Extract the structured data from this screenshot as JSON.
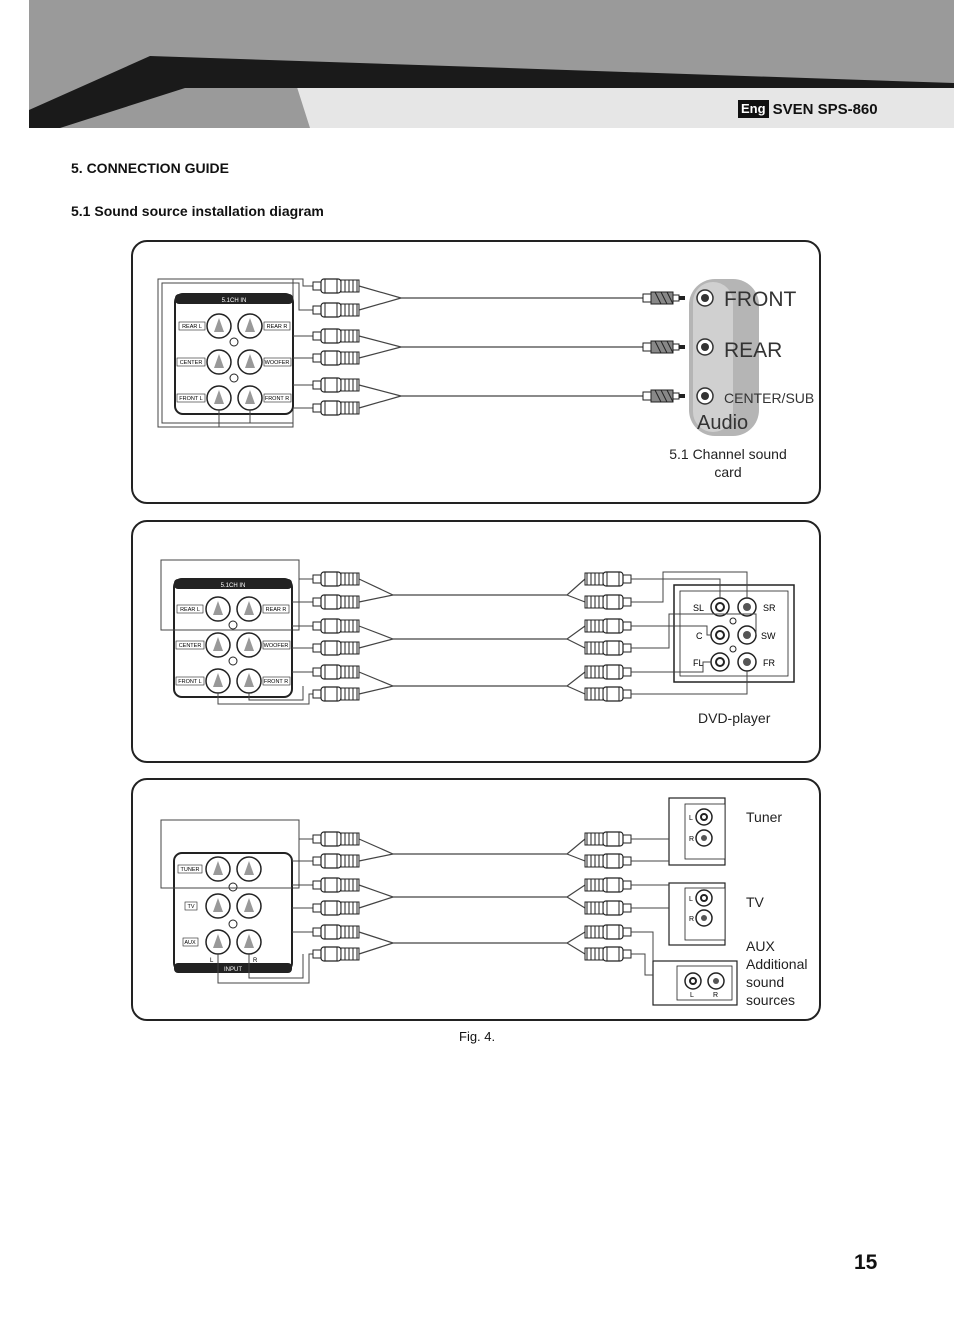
{
  "header": {
    "lang_badge": "Eng",
    "model": "SVEN SPS-860"
  },
  "section_title": "5. CONNECTION GUIDE",
  "subsection_title": "5.1 Sound source installation diagram",
  "panel1": {
    "panel_header": "5.1CH IN",
    "jacks": [
      "REAR L",
      "REAR R",
      "CENTER",
      "WOOFER",
      "FRONT L",
      "FRONT R"
    ],
    "soundcard_ports": [
      "FRONT",
      "REAR",
      "CENTER/SUB"
    ],
    "soundcard_brand": "Audio",
    "device_label_line1": "5.1 Channel sound",
    "device_label_line2": "card"
  },
  "panel2": {
    "panel_header": "5.1CH IN",
    "jacks": [
      "REAR L",
      "REAR R",
      "CENTER",
      "WOOFER",
      "FRONT L",
      "FRONT R"
    ],
    "dvd_ports": [
      "SL",
      "SR",
      "C",
      "SW",
      "FL",
      "FR"
    ],
    "device_label": "DVD-player"
  },
  "panel3": {
    "jacks": [
      "TUNER",
      "TV",
      "AUX"
    ],
    "lr_labels": [
      "L",
      "R"
    ],
    "panel_footer": "INPUT",
    "device_labels": [
      "Tuner",
      "TV"
    ],
    "aux_label": [
      "AUX",
      "Additional",
      "sound",
      "sources"
    ]
  },
  "figure_caption": "Fig. 4.",
  "page_number": "15"
}
